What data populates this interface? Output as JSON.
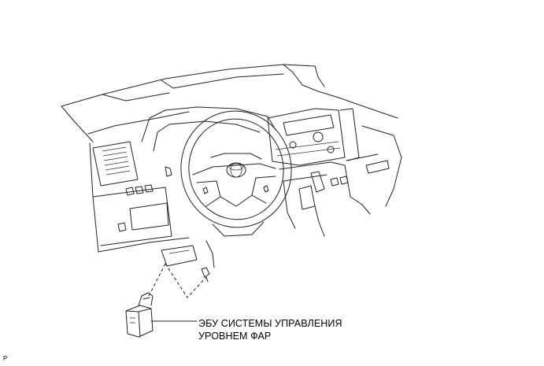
{
  "diagram": {
    "callout": {
      "line1": "ЭБУ СИСТЕМЫ УПРАВЛЕНИЯ",
      "line2": "УРОВНЕМ ФАР"
    },
    "corner_mark": "P"
  }
}
